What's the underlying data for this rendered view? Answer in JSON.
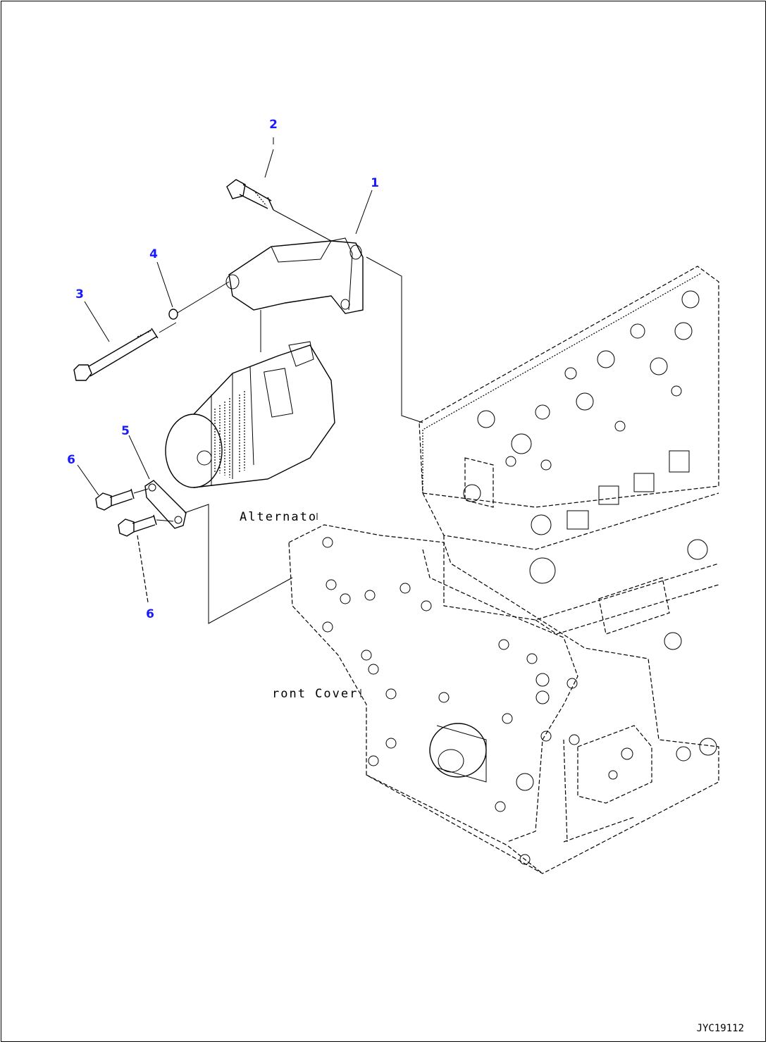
{
  "callouts": {
    "c1": "1",
    "c2": "2",
    "c3": "3",
    "c4": "4",
    "c5": "5",
    "c6a": "6",
    "c6b": "6"
  },
  "labels": {
    "alternator": "Alternato",
    "front_cover": "ront Cover"
  },
  "drawing_code": "JYC19112",
  "colors": {
    "callout": "#1a1aff",
    "line": "#000000",
    "background": "#ffffff"
  }
}
